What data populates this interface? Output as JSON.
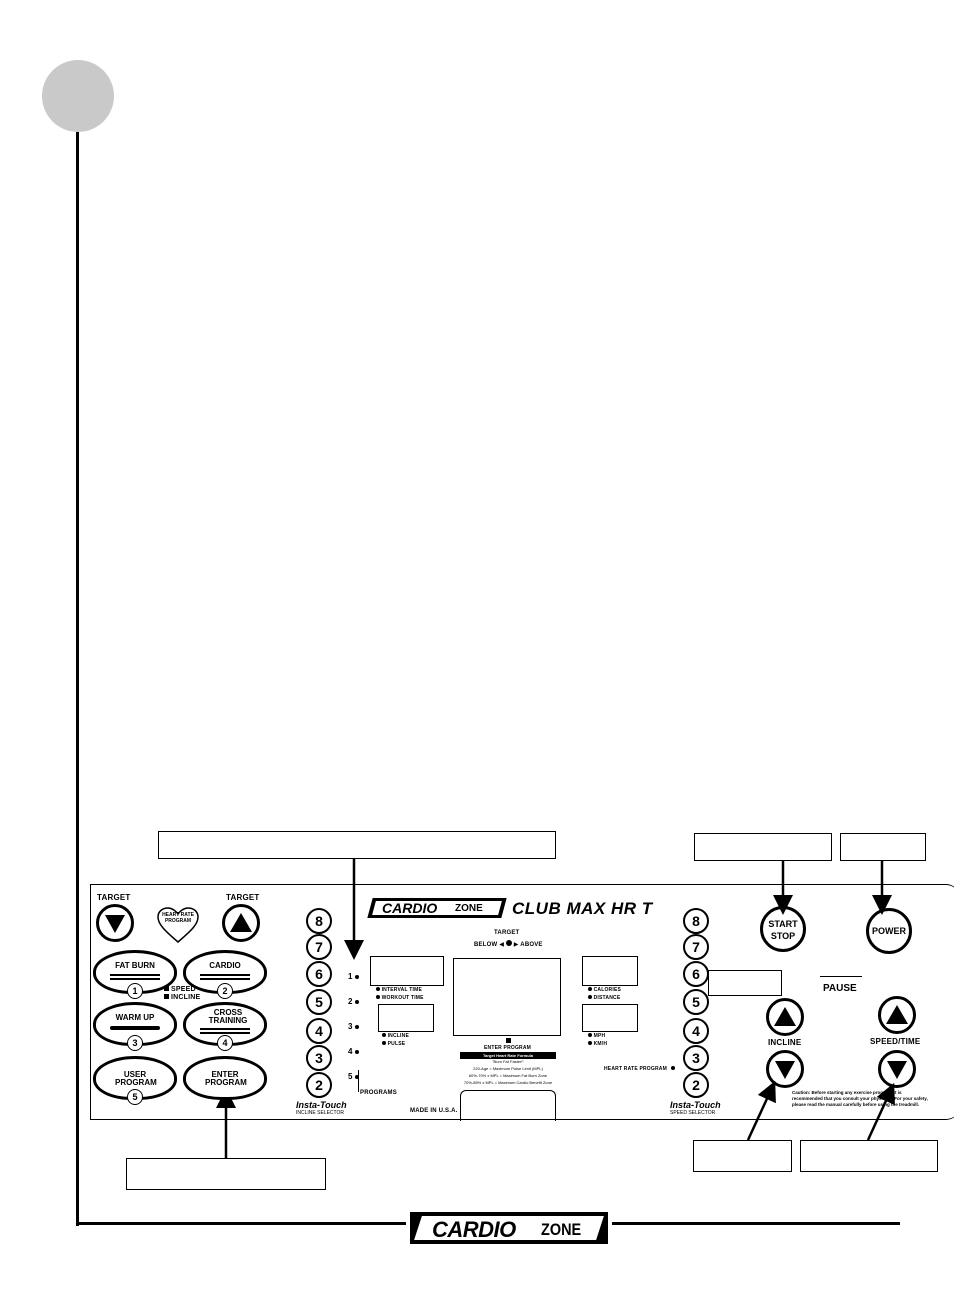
{
  "page": {
    "footer_logo_brand": "CARDIO",
    "footer_logo_suffix": "ZONE"
  },
  "console": {
    "brand_a": "CARDIO",
    "brand_b": "ZONE",
    "model": "CLUB MAX HR T",
    "target_left": "TARGET",
    "target_right": "TARGET",
    "heart_rate_program": "HEART RATE PROGRAM",
    "programs": [
      {
        "label": "FAT BURN",
        "num": "1"
      },
      {
        "label": "CARDIO",
        "num": "2"
      },
      {
        "label": "WARM UP",
        "num": "3"
      },
      {
        "label": "CROSS TRAINING",
        "num": "4"
      },
      {
        "label": "USER PROGRAM",
        "num": "5"
      },
      {
        "label": "ENTER PROGRAM",
        "num": ""
      }
    ],
    "legend_speed": "SPEED",
    "legend_incline": "INCLINE",
    "incline_numbers": [
      "8",
      "7",
      "6",
      "5",
      "4",
      "3",
      "2"
    ],
    "speed_numbers": [
      "8",
      "7",
      "6",
      "5",
      "4",
      "3",
      "2"
    ],
    "insta_touch_left": "Insta-Touch",
    "incline_selector": "INCLINE SELECTOR",
    "insta_touch_right": "Insta-Touch",
    "speed_selector": "SPEED SELECTOR",
    "program_indicators": [
      "1",
      "2",
      "3",
      "4",
      "5"
    ],
    "programs_label": "PROGRAMS",
    "target": "TARGET",
    "below": "BELOW",
    "above": "ABOVE",
    "interval_time": "INTERVAL TIME",
    "workout_time": "WORKOUT TIME",
    "incline": "INCLINE",
    "pulse": "PULSE",
    "calories": "CALORIES",
    "distance": "DISTANCE",
    "mph": "MPH",
    "kmh": "KM/H",
    "enter_program": "ENTER PROGRAM",
    "formula_title": "Target Heart Rate Formula",
    "formula_sub": "\"Burn Fat Faster!\"",
    "formula_1": "220-Age = Maximum Pulse Limit (MPL)",
    "formula_2": "60%-70% x MPL = Maximum Fat Burn Zone",
    "formula_3": "70%-85% x MPL = Maximum Cardio Benefit Zone",
    "heart_rate_program_right": "HEART RATE PROGRAM",
    "made_in": "MADE IN U.S.A.",
    "start": "START",
    "stop": "STOP",
    "power": "POWER",
    "pause": "PAUSE",
    "incline_btn": "INCLINE",
    "speed_time_btn": "SPEED/TIME",
    "caution": "Caution: Before starting any exercise program, it is recommended that you consult your physician. For your safety, please read the manual carefully before using the treadmill."
  }
}
